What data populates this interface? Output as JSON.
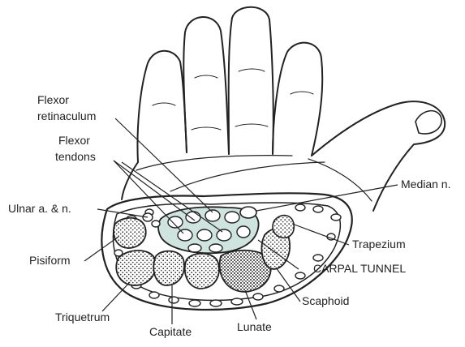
{
  "labels": {
    "flexor_retinaculum_line1": "Flexor",
    "flexor_retinaculum_line2": "retinaculum",
    "flexor_tendons_line1": "Flexor",
    "flexor_tendons_line2": "tendons",
    "median_nerve": "Median n.",
    "ulnar_artery_nerve": "Ulnar a. & n.",
    "trapezium": "Trapezium",
    "pisiform": "Pisiform",
    "carpal_tunnel": "CARPAL TUNNEL",
    "scaphoid": "Scaphoid",
    "triquetrum": "Triquetrum",
    "lunate": "Lunate",
    "capitate": "Capitate"
  },
  "colors": {
    "line": "#222222",
    "tunnel_fill": "#cfe3df",
    "bone_fill": "#ffffff"
  }
}
